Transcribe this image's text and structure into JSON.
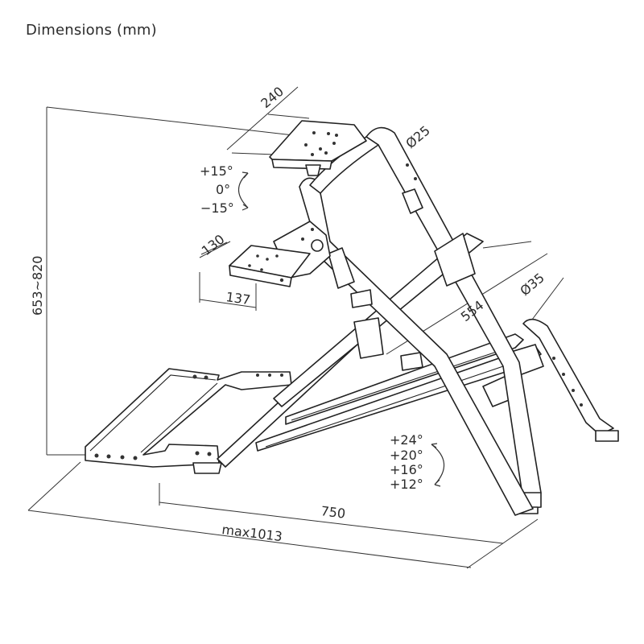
{
  "title": "Dimensions (mm)",
  "dimensions": {
    "height": "653~820",
    "top_plate_width": "240",
    "tube_small": "Ø25",
    "tube_large": "Ø35",
    "mid_plate_depth": "130",
    "mid_plate_width": "137",
    "diagonal": "554",
    "base_length": "750",
    "max_length": "max1013"
  },
  "angles_top": [
    "+15°",
    "0°",
    "−15°"
  ],
  "angles_bottom": [
    "+24°",
    "+20°",
    "+16°",
    "+12°"
  ]
}
